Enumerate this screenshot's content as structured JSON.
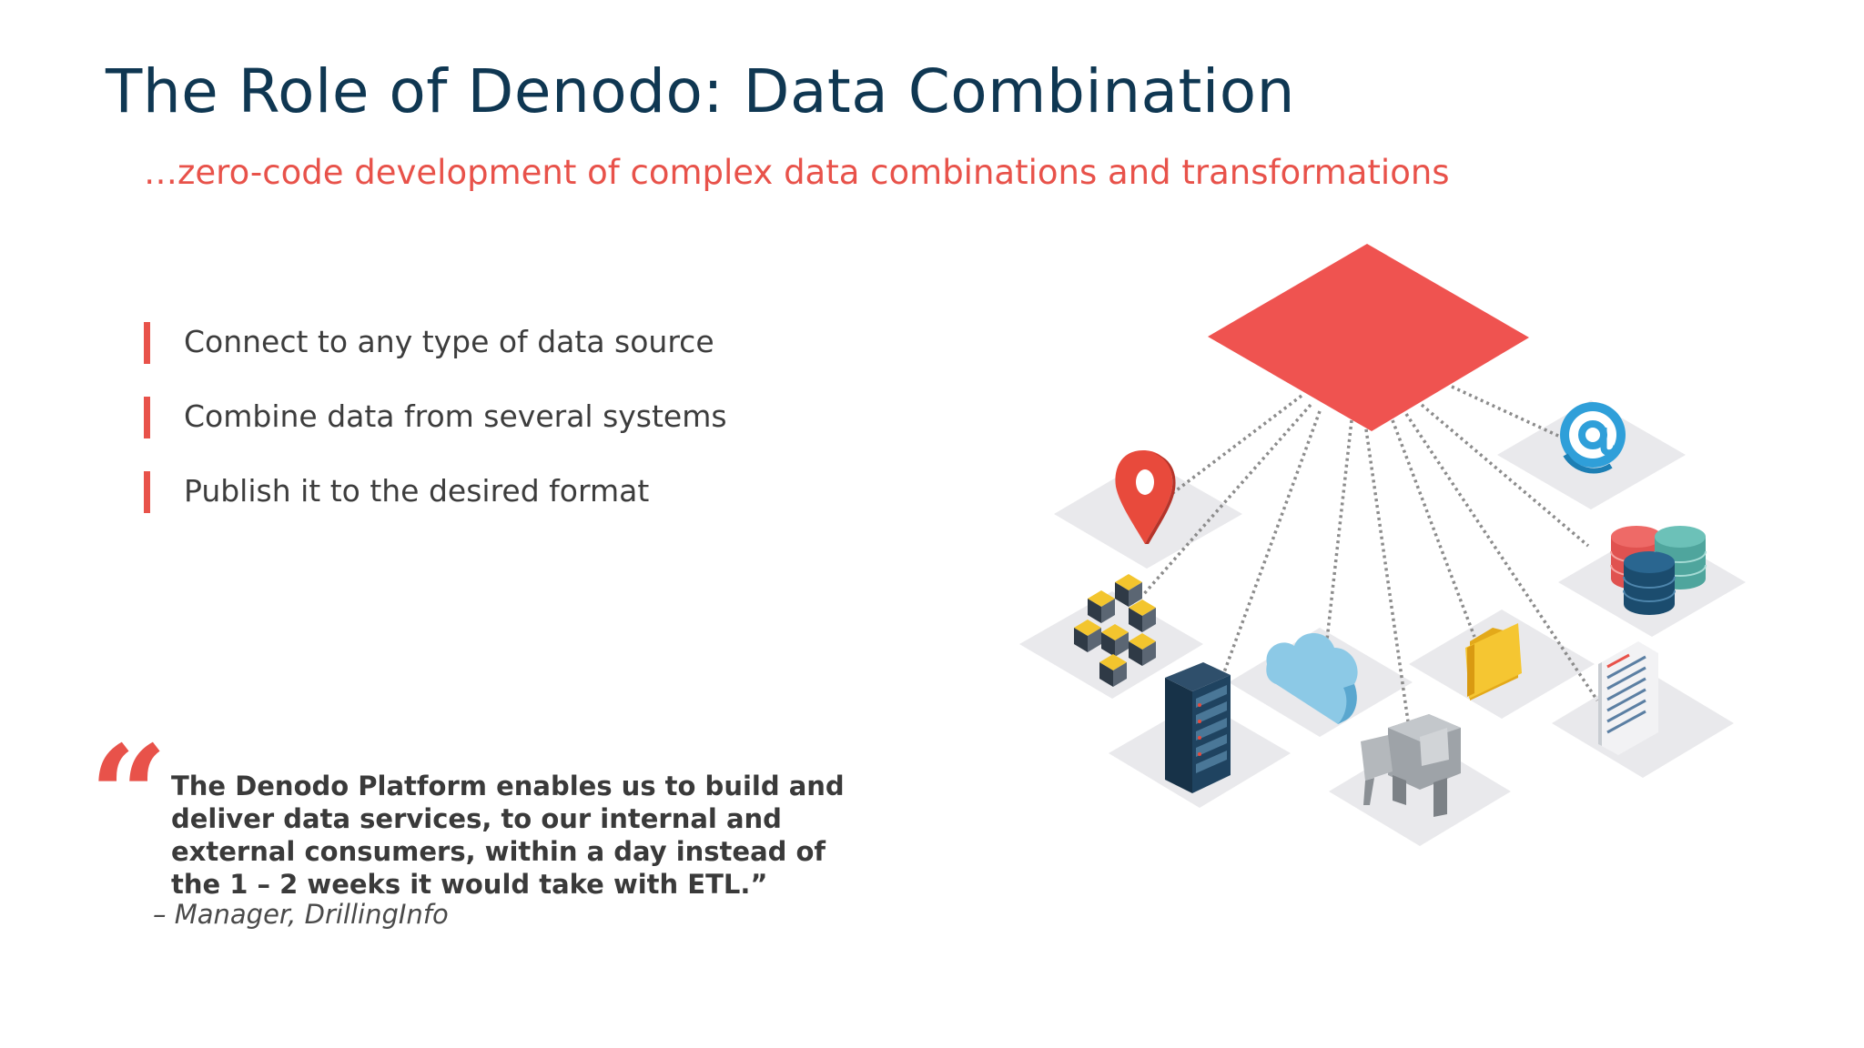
{
  "slide": {
    "title": "The Role of Denodo: Data Combination",
    "subtitle": "…zero-code development of complex data combinations and transformations"
  },
  "bullets": [
    {
      "text": "Connect to any type of data source"
    },
    {
      "text": "Combine data from several systems"
    },
    {
      "text": "Publish it to the desired format"
    }
  ],
  "quote": {
    "mark": "“",
    "lines": [
      "The Denodo Platform enables us to build and",
      "deliver data services, to our internal and",
      "external consumers, within a day instead of",
      "the 1 – 2 weeks it would take with ETL.”"
    ],
    "author": "– Manager, DrillingInfo"
  },
  "diagram": {
    "hub_color": "#ef5350",
    "tile_color": "#e9e9ec",
    "sources": [
      {
        "icon": "map-pin-icon"
      },
      {
        "icon": "cube-grid-icon"
      },
      {
        "icon": "server-rack-icon"
      },
      {
        "icon": "cloud-icon"
      },
      {
        "icon": "hadoop-elephant-icon"
      },
      {
        "icon": "folder-icon"
      },
      {
        "icon": "document-icon"
      },
      {
        "icon": "databases-icon"
      },
      {
        "icon": "email-at-icon"
      }
    ]
  }
}
